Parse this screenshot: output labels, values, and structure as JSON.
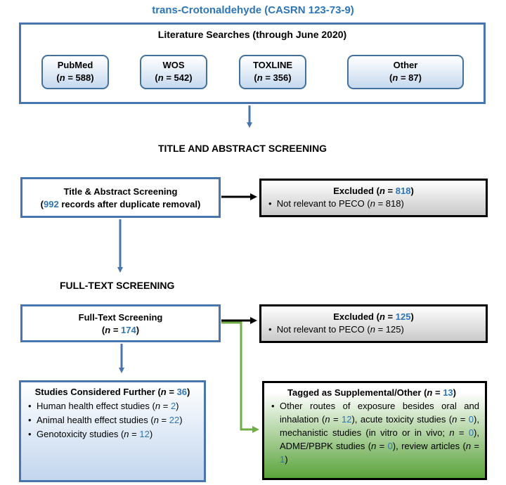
{
  "title": "trans-Crotonaldehyde (CASRN 123-73-9)",
  "search": {
    "heading": "Literature Searches (through June 2020)",
    "databases": [
      {
        "name": "PubMed",
        "n": "588"
      },
      {
        "name": "WOS",
        "n": "542"
      },
      {
        "name": "TOXLINE",
        "n": "356"
      },
      {
        "name": "Other",
        "n": "87"
      }
    ]
  },
  "n_label": "n",
  "ta_section": "TITLE AND ABSTRACT SCREENING",
  "ta_box": {
    "line1": "Title & Abstract Screening",
    "count": "992",
    "line2_rest": " records after duplicate removal"
  },
  "ta_excluded": {
    "heading": "Excluded",
    "n": "818",
    "reason": "Not relevant to PECO",
    "reason_n": "818"
  },
  "ft_section": "FULL-TEXT SCREENING",
  "ft_box": {
    "line1": "Full-Text Screening",
    "n": "174"
  },
  "ft_excluded": {
    "heading": "Excluded",
    "n": "125",
    "reason": "Not relevant to PECO",
    "reason_n": "125"
  },
  "further": {
    "heading": "Studies Considered Further",
    "n": "36",
    "items": [
      {
        "label": "Human health effect studies",
        "n": "2"
      },
      {
        "label": "Animal health effect studies",
        "n": "22"
      },
      {
        "label": "Genotoxicity studies",
        "n": "12"
      }
    ]
  },
  "supplemental": {
    "heading": "Tagged as Supplemental/Other",
    "n": "13",
    "t1": "Other routes of exposure besides oral and inhalation",
    "n1": "12",
    "t2": "acute toxicity studies",
    "n2": "0",
    "t3": "mechanistic studies (in vitro or in vivo;",
    "n3": "0",
    "t4": "ADME/PBPK studies",
    "n4": "0",
    "t5": "review articles",
    "n5": "1"
  },
  "colors": {
    "blue_accent": "#2e75b6",
    "box_border": "#4a74ad",
    "green_arrow": "#70ad47"
  }
}
